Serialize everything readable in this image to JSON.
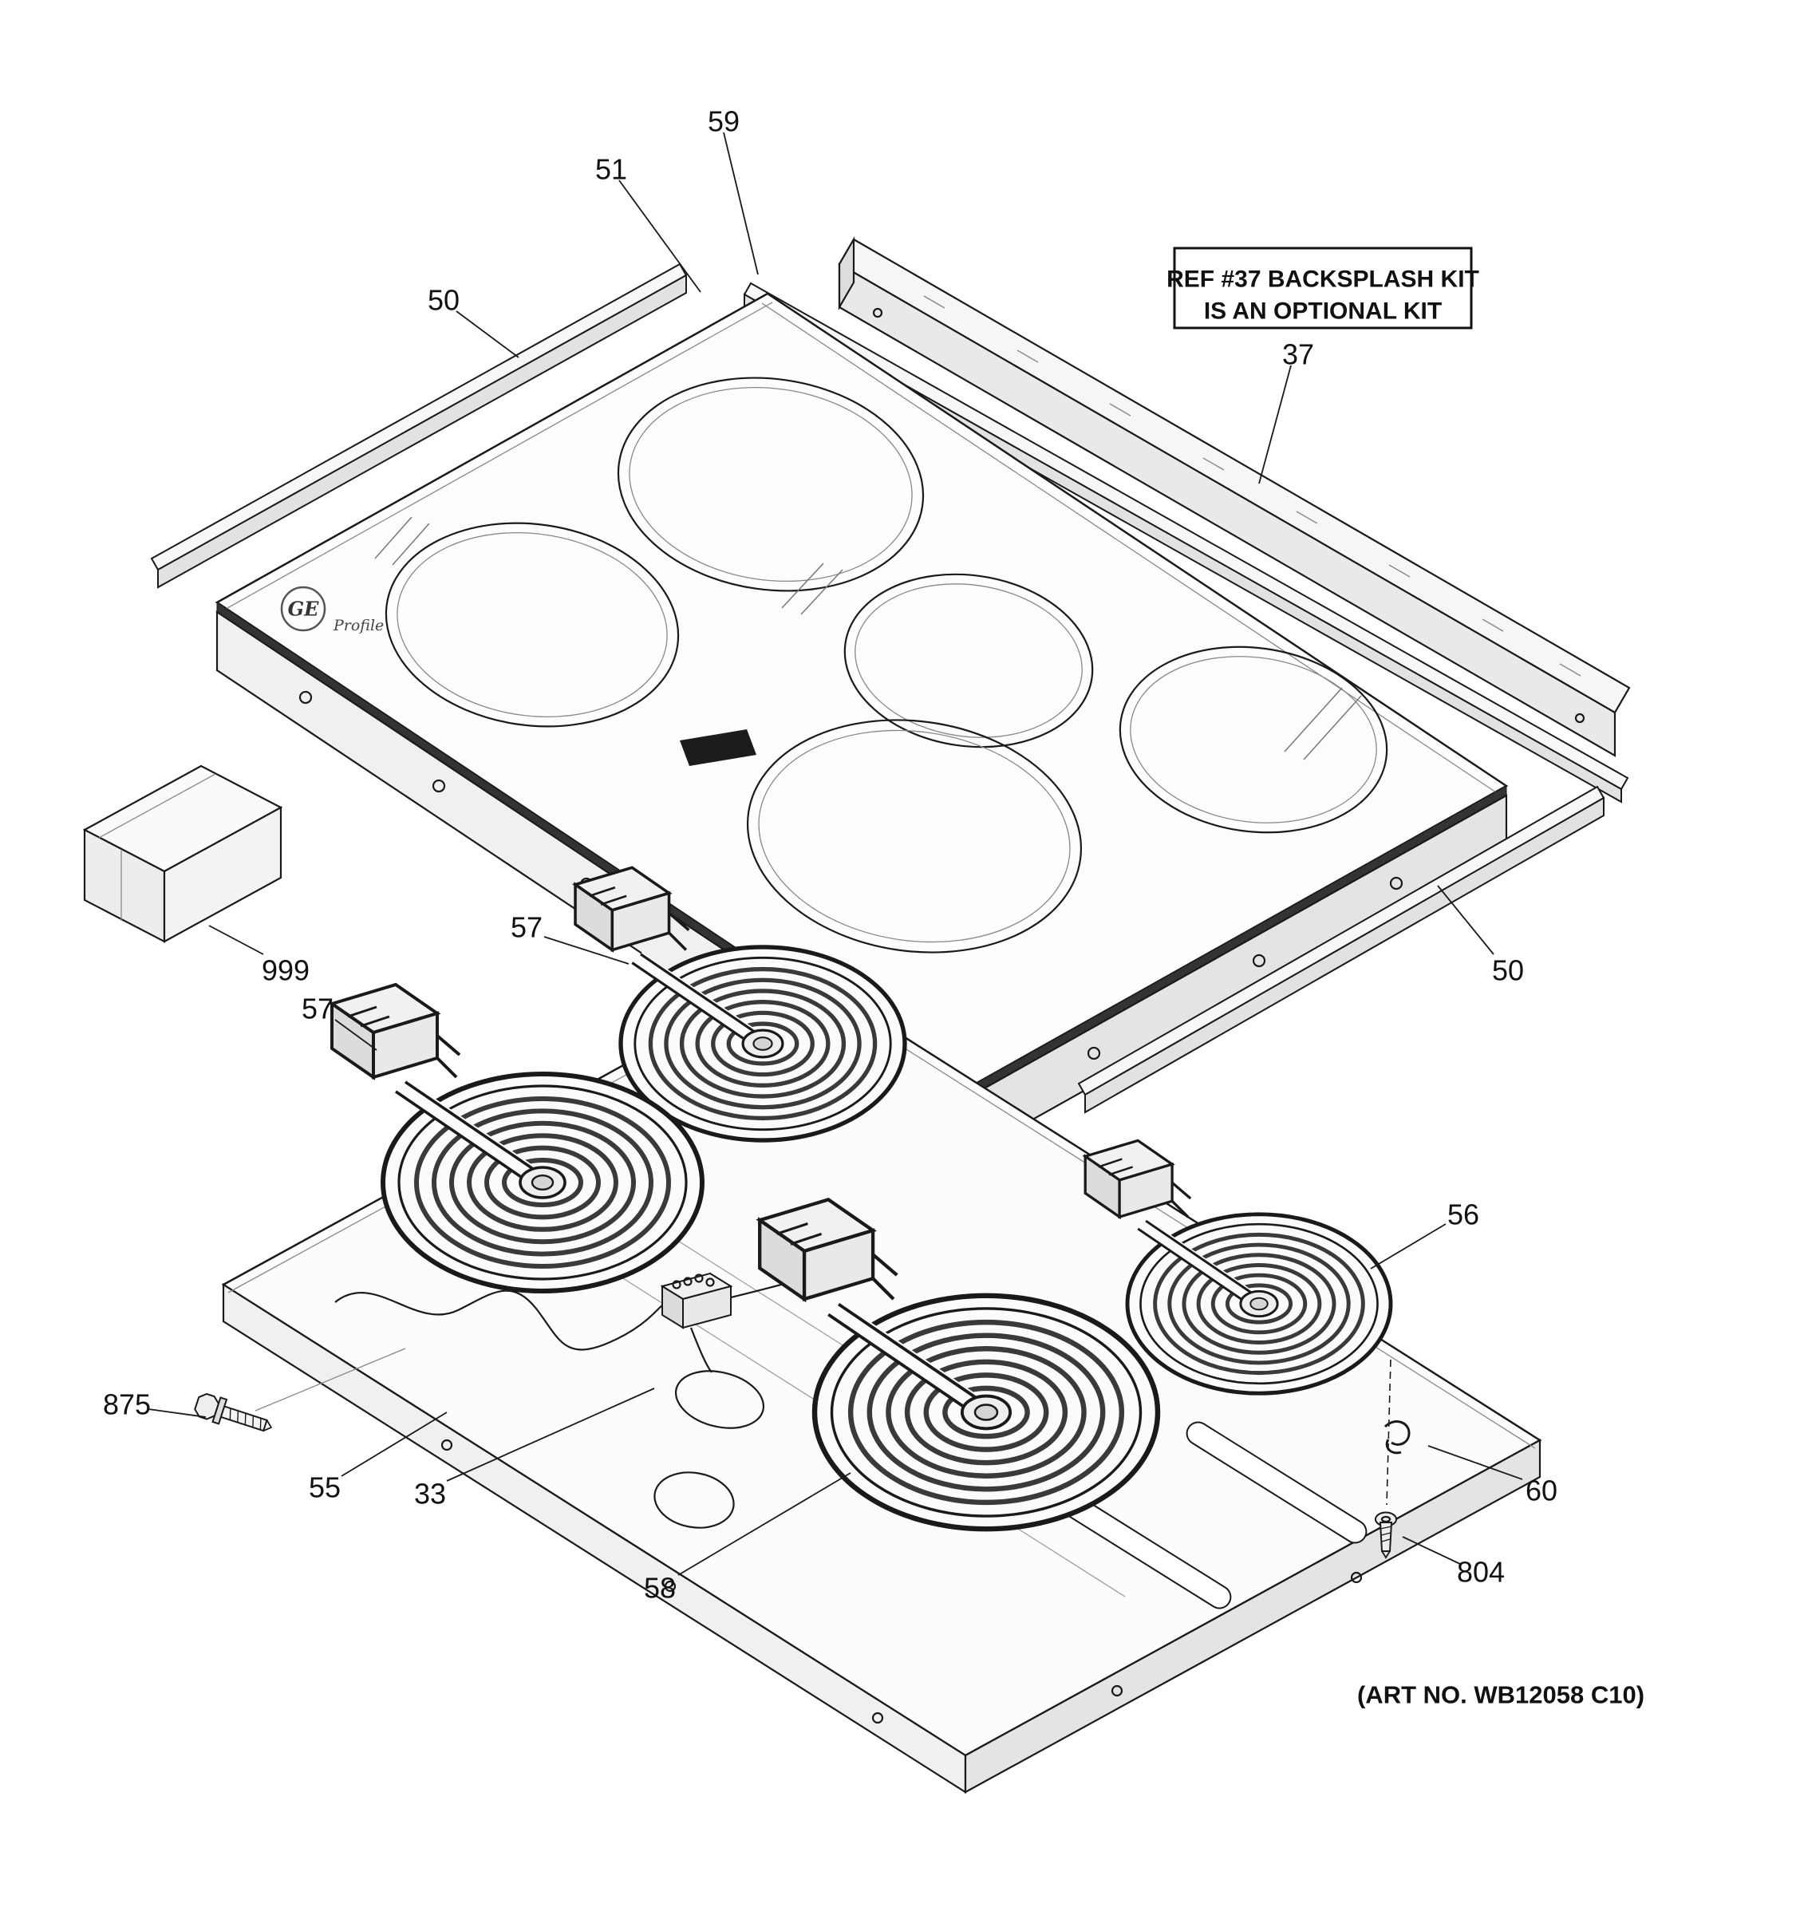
{
  "note_box": {
    "line1": "REF #37 BACKSPLASH KIT",
    "line2": "IS AN OPTIONAL KIT"
  },
  "art_no": "(ART NO. WB12058 C10)",
  "logo": {
    "monogram": "GE",
    "series": "Profile"
  },
  "labels": {
    "l59": "59",
    "l51": "51",
    "l50_left": "50",
    "l37": "37",
    "l50_right": "50",
    "l999": "999",
    "l57_top": "57",
    "l57_left": "57",
    "l56": "56",
    "l875": "875",
    "l55": "55",
    "l33": "33",
    "l58": "58",
    "l60": "60",
    "l804": "804"
  },
  "colors": {
    "line": "#1a1a1a",
    "paper": "#ffffff"
  }
}
